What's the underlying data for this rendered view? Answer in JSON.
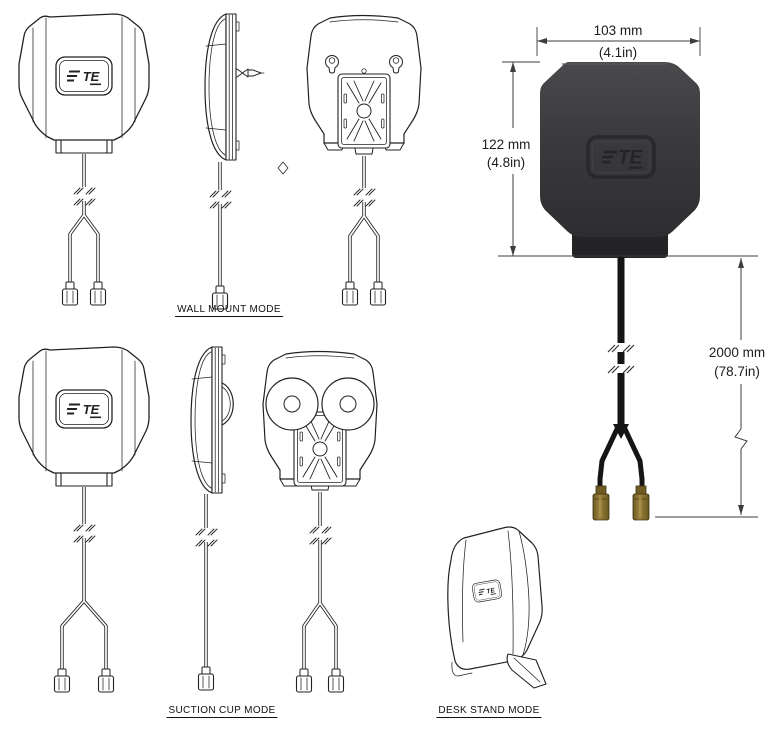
{
  "diagram": {
    "brand": "TE",
    "modes": {
      "wall_mount": "WALL MOUNT MODE",
      "suction_cup": "SUCTION CUP MODE",
      "desk_stand": "DESK STAND MODE"
    },
    "dimensions": {
      "width_mm": "103 mm",
      "width_in": "(4.1in)",
      "height_mm": "122 mm",
      "height_in": "(4.8in)",
      "cable_mm": "2000 mm",
      "cable_in": "(78.7in)"
    },
    "colors": {
      "line": "#222222",
      "dimension": "#3d3d3d",
      "product_body": "#3a3a3c",
      "connector_gold": "#8a7434",
      "background": "#ffffff"
    }
  }
}
